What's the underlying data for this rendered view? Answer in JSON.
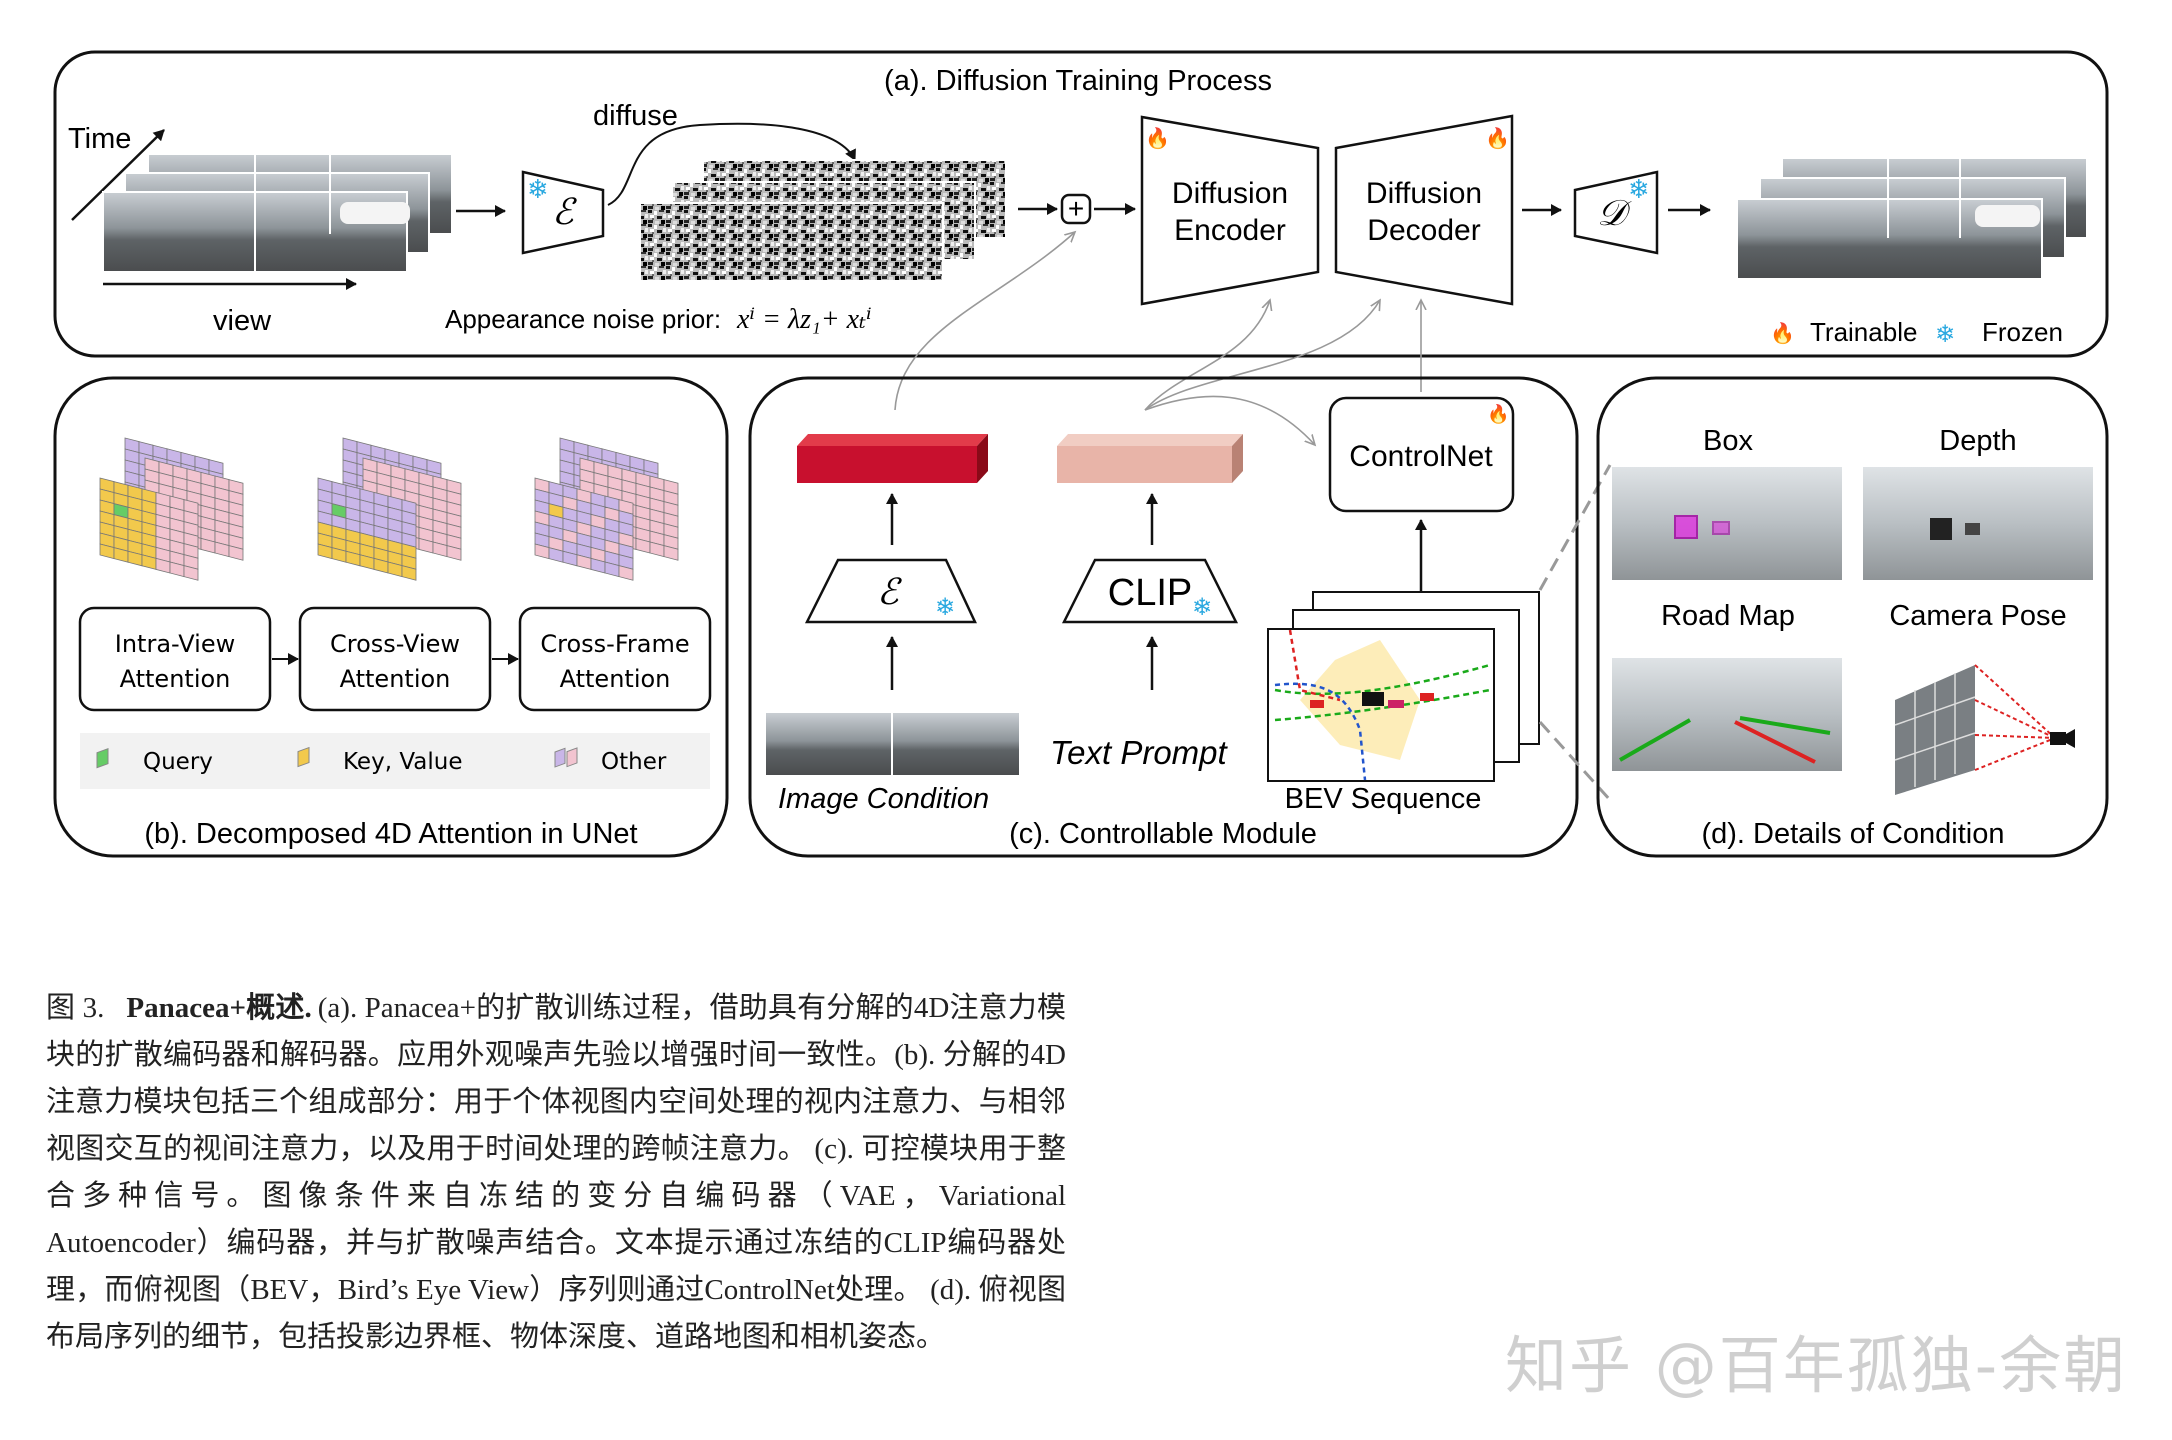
{
  "panel_a": {
    "title": "(a). Diffusion Training Process",
    "time_label": "Time",
    "view_label": "view",
    "diffuse_label": "diffuse",
    "encoder_symbol": "ℰ",
    "noise_prior_prefix": "Appearance noise prior:",
    "noise_prior_formula": "xⁱ = λz₁+ xₜⁱ",
    "plus_symbol": "+",
    "diffusion_encoder_line1": "Diffusion",
    "diffusion_encoder_line2": "Encoder",
    "diffusion_decoder_line1": "Diffusion",
    "diffusion_decoder_line2": "Decoder",
    "decoder_symbol": "𝒟",
    "trainable_label": "Trainable",
    "frozen_label": "Frozen"
  },
  "panel_b": {
    "title": "(b). Decomposed 4D Attention in UNet",
    "blocks": [
      {
        "line1": "Intra-View",
        "line2": "Attention"
      },
      {
        "line1": "Cross-View",
        "line2": "Attention"
      },
      {
        "line1": "Cross-Frame",
        "line2": "Attention"
      }
    ],
    "legend": [
      {
        "label": "Query",
        "color": "#66cc66"
      },
      {
        "label": "Key, Value",
        "color": "#f2c94c"
      },
      {
        "label": "Other",
        "color": "#c9b6e8"
      }
    ]
  },
  "panel_c": {
    "title": "(c). Controllable Module",
    "encoder_symbol": "ℰ",
    "clip_label": "CLIP",
    "text_prompt_label": "Text Prompt",
    "image_condition_label": "Image Condition",
    "bev_sequence_label": "BEV Sequence",
    "controlnet_label": "ControlNet"
  },
  "panel_d": {
    "title": "(d). Details of Condition",
    "items": [
      "Box",
      "Depth",
      "Road Map",
      "Camera Pose"
    ]
  },
  "colors": {
    "frozen": "#29a8e0",
    "trainable": "#f05a28",
    "image_feature": "#c8102e",
    "text_feature": "#e8b4a8",
    "road_green": "#1aaa1a",
    "road_red": "#dd2222",
    "box_magenta": "#e033e0"
  },
  "caption": {
    "number": "图 3.",
    "heading": "Panacea+概述.",
    "body": "(a). Panacea+的扩散训练过程，借助具有分解的4D注意力模块的扩散编码器和解码器。应用外观噪声先验以增强时间一致性。(b). 分解的4D注意力模块包括三个组成部分：用于个体视图内空间处理的视内注意力、与相邻视图交互的视间注意力，以及用于时间处理的跨帧注意力。 (c). 可控模块用于整合多种信号。图像条件来自冻结的变分自编码器（VAE，Variational Autoencoder）编码器，并与扩散噪声结合。文本提示通过冻结的CLIP编码器处理，而俯视图（BEV，Bird’s Eye View）序列则通过ControlNet处理。 (d). 俯视图布局序列的细节，包括投影边界框、物体深度、道路地图和相机姿态。"
  },
  "watermark": "知乎 @百年孤独-余朝"
}
